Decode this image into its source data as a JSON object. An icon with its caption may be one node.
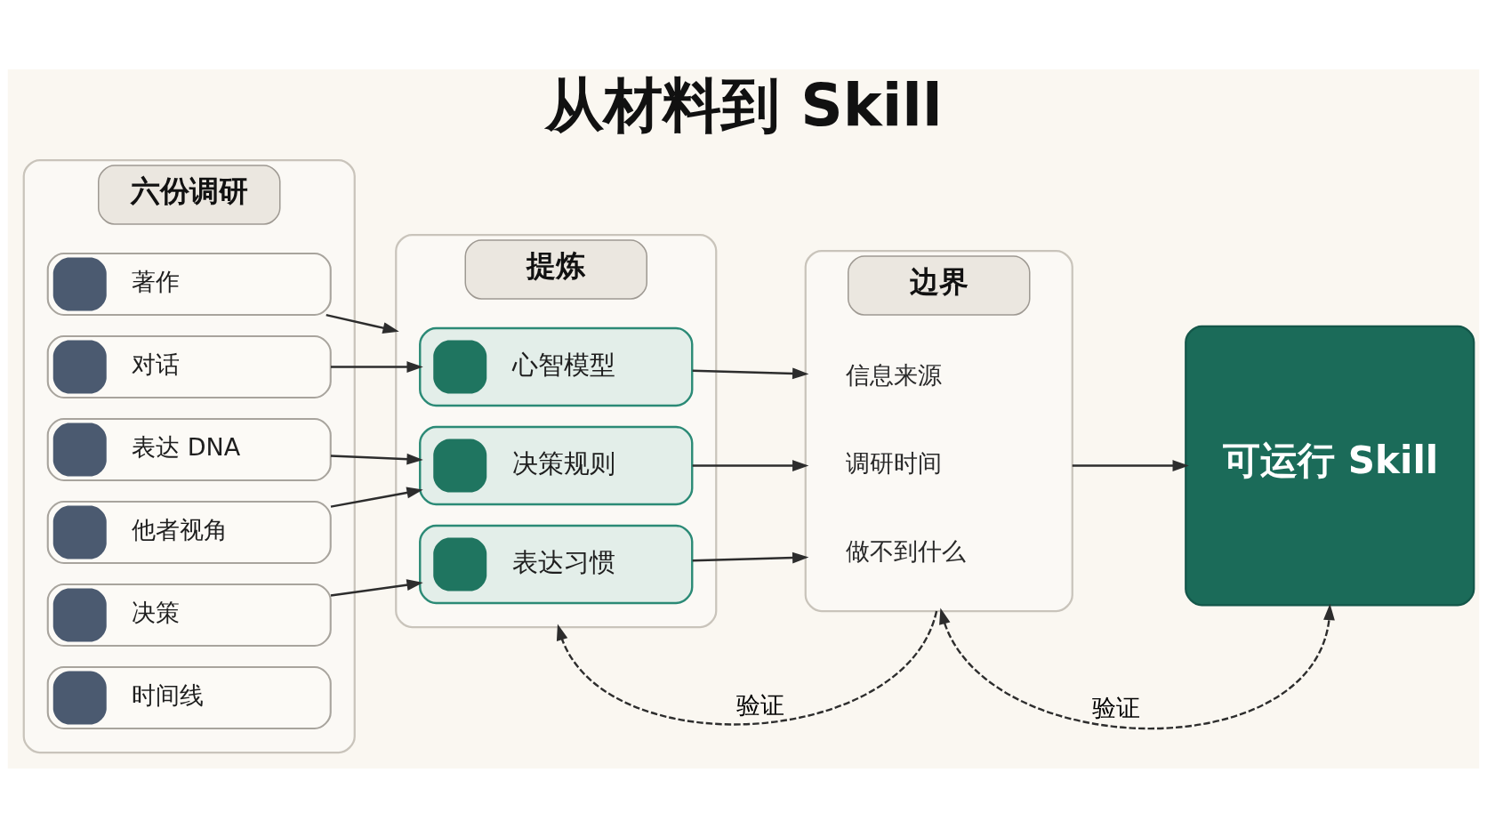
{
  "diagram": {
    "title": "从材料到 Skill",
    "nodes": [
      {
        "text": [
          "六份调研"
        ]
      },
      {
        "text": [
          "著作"
        ],
        "in": 0
      },
      {
        "text": [
          "对话"
        ],
        "in": 0
      },
      {
        "text": [
          "表达 DNA"
        ],
        "in": 0
      },
      {
        "text": [
          "他者视角"
        ],
        "in": 0
      },
      {
        "text": [
          "决策"
        ],
        "in": 0
      },
      {
        "text": [
          "时间线"
        ],
        "in": 0
      },
      {
        "text": [
          "提炼"
        ]
      },
      {
        "text": [
          "心智模型"
        ],
        "in": 7
      },
      {
        "text": [
          "决策规则"
        ],
        "in": 7
      },
      {
        "text": [
          "表达习惯"
        ],
        "in": 7
      },
      {
        "text": [
          "边界"
        ]
      },
      {
        "text": [
          "信息来源"
        ],
        "in": 11
      },
      {
        "text": [
          "调研时间"
        ],
        "in": 11
      },
      {
        "text": [
          "做不到什么"
        ],
        "in": 11
      },
      {
        "text": [
          "可运行 Skill"
        ]
      }
    ],
    "edges": [
      {
        "from": 1,
        "to": 7,
        "arrow": "to"
      },
      {
        "from": 2,
        "to": 8,
        "arrow": "to"
      },
      {
        "from": 3,
        "to": 9,
        "arrow": "to"
      },
      {
        "from": 4,
        "to": 9,
        "arrow": "to"
      },
      {
        "from": 5,
        "to": 10,
        "arrow": "to"
      },
      {
        "from": 8,
        "to": 11,
        "arrow": "to"
      },
      {
        "from": 9,
        "to": 11,
        "arrow": "to"
      },
      {
        "from": 10,
        "to": 11,
        "arrow": "to"
      },
      {
        "from": 11,
        "to": 15,
        "arrow": "to"
      },
      {
        "from": 11,
        "to": 7,
        "arrow": "to",
        "label": "验证",
        "style": "dashed"
      },
      {
        "from": 11,
        "to": 15,
        "arrow": "both",
        "label": "验证",
        "style": "dashed"
      }
    ]
  }
}
